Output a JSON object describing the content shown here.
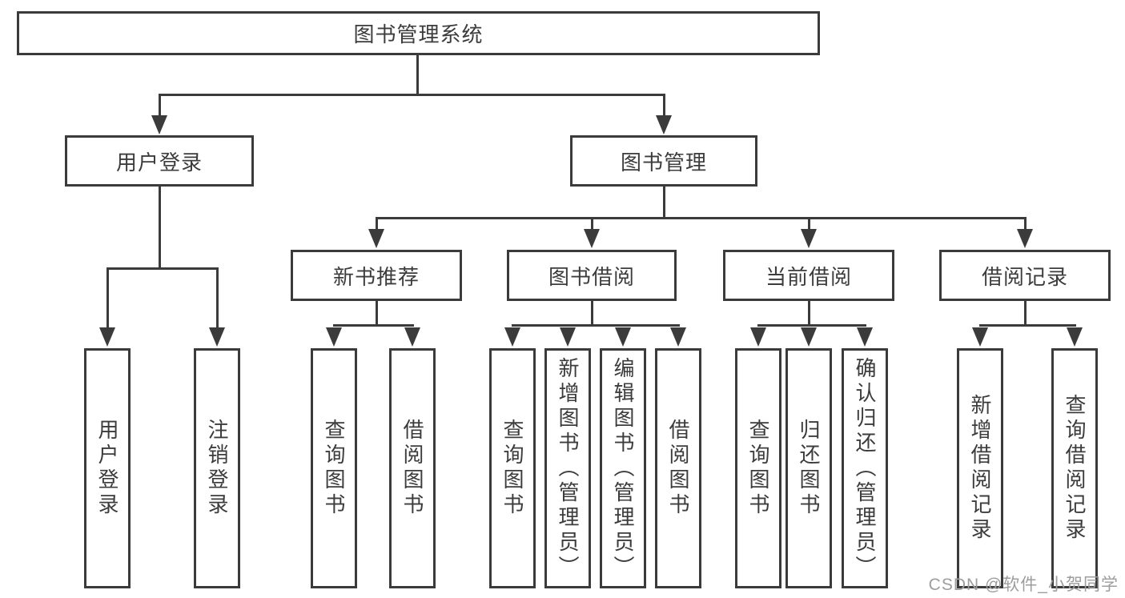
{
  "colors": {
    "line": "#3b3b3b",
    "text": "#3c3c3c",
    "box_background": "#ffffff",
    "watermark": "#9d9d9d"
  },
  "diagram": {
    "root": "图书管理系统",
    "level2": {
      "login": "用户登录",
      "manage": "图书管理"
    },
    "level3": {
      "newbook": "新书推荐",
      "borrow": "图书借阅",
      "current": "当前借阅",
      "records": "借阅记录"
    },
    "leaves": {
      "login_user": "用户登录",
      "login_logout": "注销登录",
      "newbook_query": "查询图书",
      "newbook_borrow": "借阅图书",
      "borrow_query": "查询图书",
      "borrow_add": "新增图书（管理员）",
      "borrow_edit": "编辑图书（管理员）",
      "borrow_borrow": "借阅图书",
      "current_query": "查询图书",
      "current_return": "归还图书",
      "current_confirm": "确认归还（管理员）",
      "records_add": "新增借阅记录",
      "records_query": "查询借阅记录"
    }
  },
  "watermark": "CSDN @软件_小贺同学"
}
